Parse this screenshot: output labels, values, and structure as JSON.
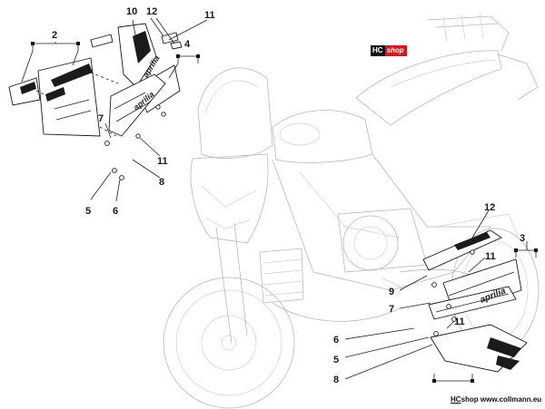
{
  "watermark": {
    "hc": "HC",
    "shop": "shop"
  },
  "footer": {
    "prefix": "HC",
    "brand": "shop",
    "url": " www.collmann.eu"
  },
  "callouts": {
    "c2": "2",
    "c10": "10",
    "c12a": "12",
    "c11a": "11",
    "c4": "4",
    "c7a": "7",
    "c11b": "11",
    "c8a": "8",
    "c5a": "5",
    "c6a": "6",
    "c12b": "12",
    "c3": "3",
    "c11c": "11",
    "c9": "9",
    "c7b": "7",
    "c11d": "11",
    "c6b": "6",
    "c5b": "5",
    "c8b": "8"
  },
  "decal_text": {
    "left_upper": "aprilia",
    "left_panel": "aprilia",
    "right_panel": "aprilia"
  },
  "colors": {
    "line": "#1a1a1a",
    "ghost": "#b8b8b8",
    "accent": "#d6161b",
    "bg": "#ffffff"
  }
}
